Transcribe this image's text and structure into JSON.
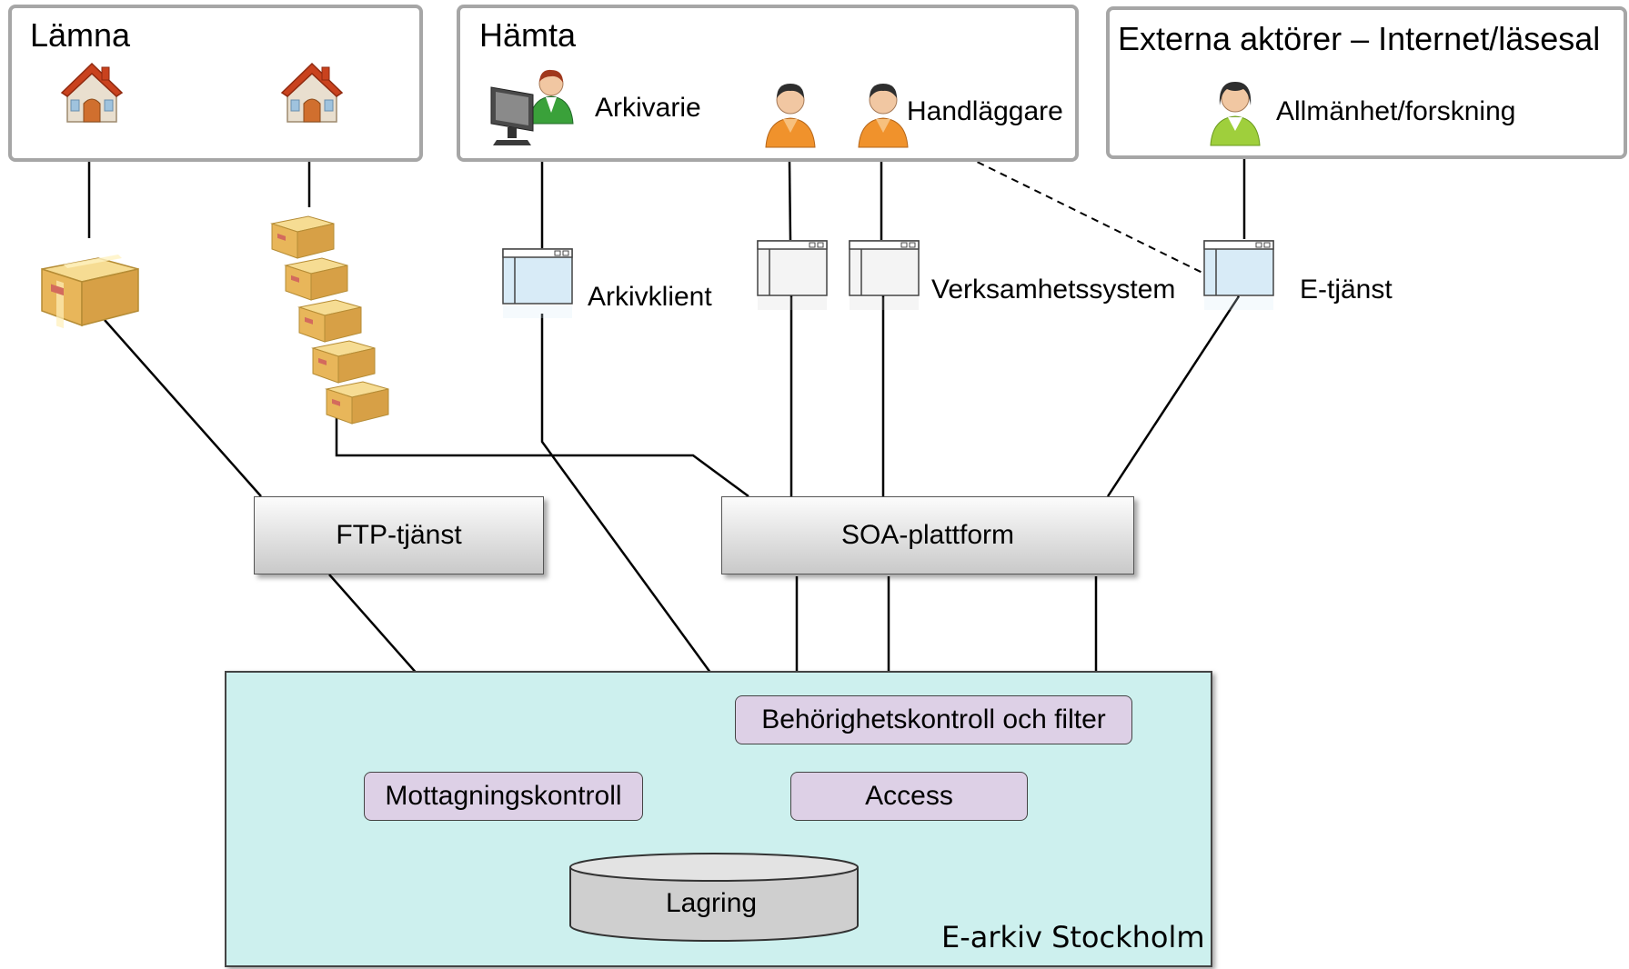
{
  "groups": {
    "lamna": {
      "title": "Lämna"
    },
    "hamta": {
      "title": "Hämta",
      "arkivarie": "Arkivarie",
      "handlaggare": "Handläggare"
    },
    "externa": {
      "title": "Externa aktörer – Internet/läsesal",
      "allmanhet": "Allmänhet/forskning"
    }
  },
  "clients": {
    "arkivklient": "Arkivklient",
    "verksamhetssystem": "Verksamhetssystem",
    "etjanst": "E-tjänst"
  },
  "services": {
    "ftp": "FTP-tjänst",
    "soa": "SOA-plattform"
  },
  "archive": {
    "name": "E-arkiv Stockholm",
    "behorighet": "Behörighetskontroll och filter",
    "mottagning": "Mottagningskontroll",
    "access": "Access",
    "lagring": "Lagring"
  },
  "colors": {
    "archive_fill": "#cdf0ee",
    "module_fill": "#ddd0e6",
    "box_border": "#a6a6a6"
  }
}
